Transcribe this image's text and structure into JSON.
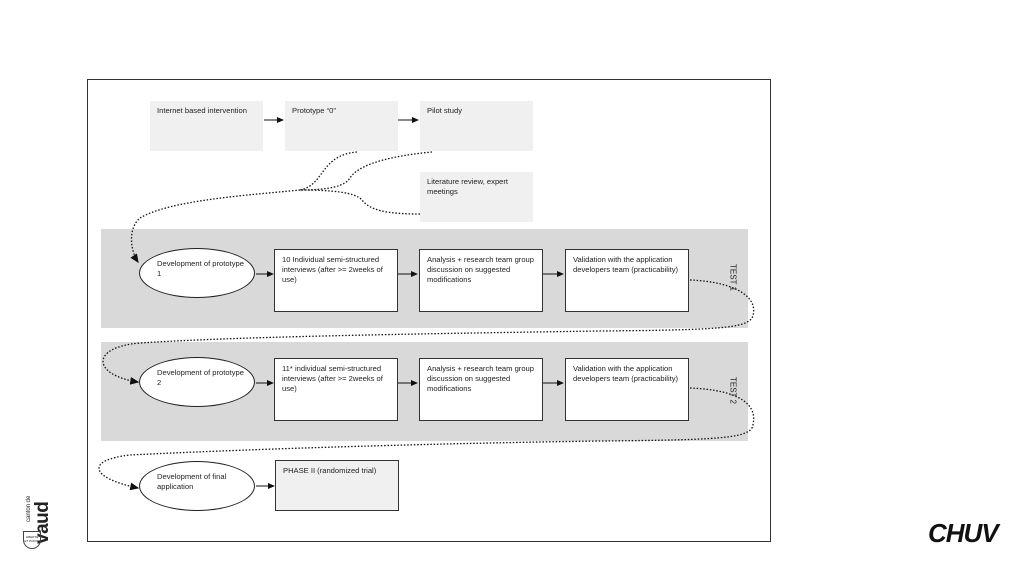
{
  "boxes": {
    "internet": "Internet based intervention",
    "prototype0": "Prototype “0”",
    "pilot": "Pilot study",
    "literature": "Literature review, expert meetings"
  },
  "test1": {
    "label": "TEST 1",
    "dev": "Development of prototype 1",
    "interviews": "10 Individual semi-structured interviews (after >= 2weeks of use)",
    "analysis": "Analysis + research team group discussion on suggested modifications",
    "validation": "Validation with the  application developers team (practicability)"
  },
  "test2": {
    "label": "TEST 2",
    "dev": "Development of prototype 2",
    "interviews": "11* individual semi-structured interviews (after >= 2weeks of use)",
    "analysis": "Analysis + research team group discussion on suggested modifications",
    "validation": "Validation with the  application developers team (practicability)"
  },
  "final": {
    "dev": "Development of final application",
    "phase2": "PHASE II (randomized trial)"
  },
  "logos": {
    "vaud_small": "canton de",
    "vaud_big": "vaud",
    "vaud_motto": "LIBERTE ET PATRIE",
    "chuv": "CHUV"
  }
}
